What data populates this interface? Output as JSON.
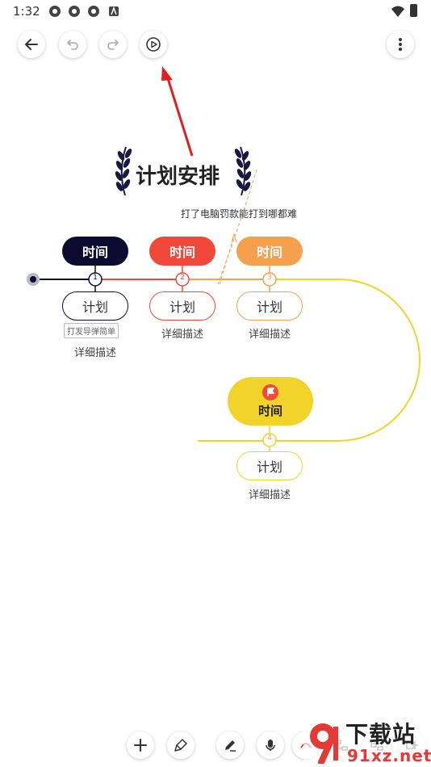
{
  "status_bar": {
    "time": "1:32"
  },
  "toolbar": {
    "back": "back-arrow-icon",
    "undo": "undo-icon",
    "redo": "redo-icon",
    "play": "play-icon",
    "more": "more-vertical-icon"
  },
  "mindmap": {
    "title": "计划安排",
    "annotation": "打了电脑罚款能打到哪都难",
    "tag_label": "打发导弹简单",
    "nodes": [
      {
        "time": "时间",
        "plan": "计划",
        "desc": "详细描述",
        "number": "1",
        "color": "#0d0a30"
      },
      {
        "time": "时间",
        "plan": "计划",
        "desc": "详细描述",
        "number": "2",
        "color": "#f2483b"
      },
      {
        "time": "时间",
        "plan": "计划",
        "desc": "详细描述",
        "number": "3",
        "color": "#f5a04d"
      },
      {
        "time": "时间",
        "plan": "计划",
        "desc": "详细描述",
        "number": "4",
        "color": "#f2d32a"
      }
    ]
  },
  "watermark": {
    "text": "下载站",
    "sub": "91xz.net"
  },
  "colors": {
    "arrow": "#e02020",
    "line_dark": "#0d0a30",
    "line_red": "#f2483b",
    "line_orange": "#f5a04d",
    "line_yellow": "#f2d32a"
  }
}
